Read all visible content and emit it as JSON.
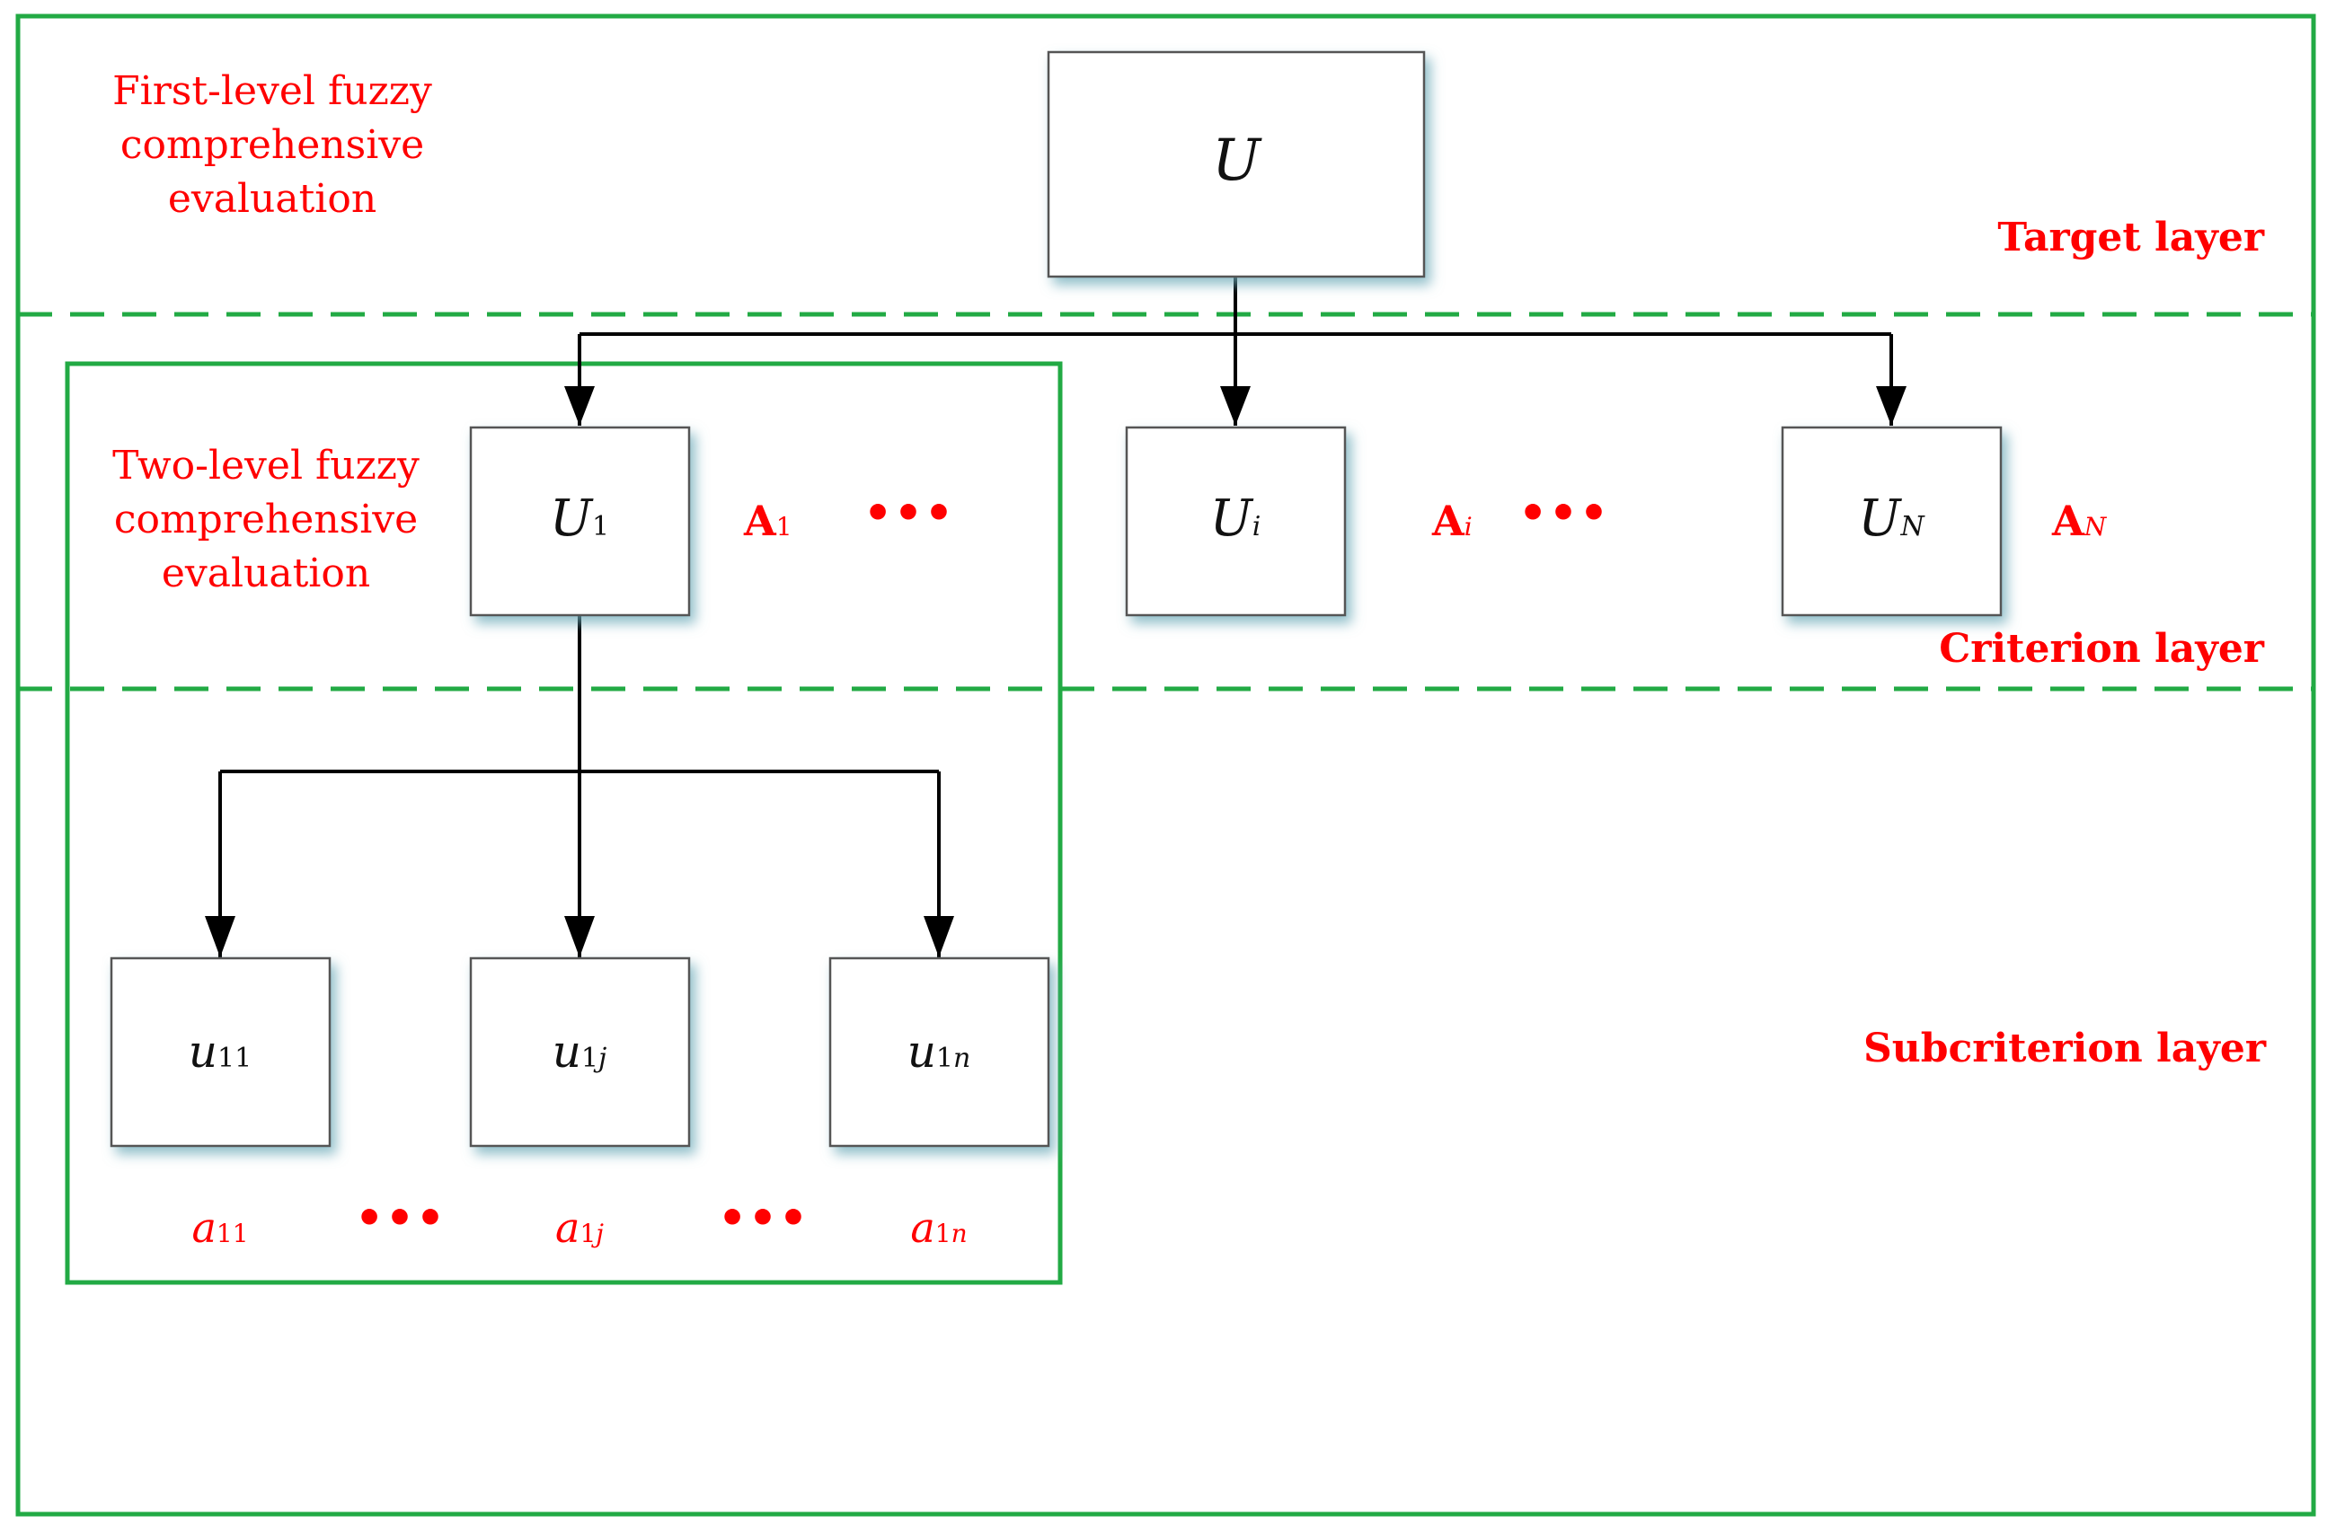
{
  "notes": {
    "first_level": [
      "First-level fuzzy",
      "comprehensive",
      "evaluation"
    ],
    "two_level": [
      "Two-level fuzzy",
      "comprehensive",
      "evaluation"
    ]
  },
  "layers": {
    "target": "Target layer",
    "criterion": "Criterion layer",
    "subcriterion": "Subcriterion layer"
  },
  "nodes": {
    "target": {
      "main": "U",
      "sub": ""
    },
    "criteria": [
      {
        "main": "U",
        "sub": "1",
        "sub_italic": false
      },
      {
        "main": "U",
        "sub": "i",
        "sub_italic": true
      },
      {
        "main": "U",
        "sub": "N",
        "sub_italic": true
      }
    ],
    "subcriteria": [
      {
        "main": "u",
        "sub": "11",
        "tail": ""
      },
      {
        "main": "u",
        "sub": "1",
        "tail": "j"
      },
      {
        "main": "u",
        "sub": "1",
        "tail": "n"
      }
    ]
  },
  "weights": {
    "criteria": [
      {
        "main": "A",
        "sub": "1",
        "sub_italic": false
      },
      {
        "main": "A",
        "sub": "i",
        "sub_italic": true
      },
      {
        "main": "A",
        "sub": "N",
        "sub_italic": true
      }
    ],
    "subcriteria": [
      {
        "main": "a",
        "sub": "11",
        "tail": ""
      },
      {
        "main": "a",
        "sub": "1",
        "tail": "j"
      },
      {
        "main": "a",
        "sub": "1",
        "tail": "n"
      }
    ]
  },
  "ellipsis": "•••",
  "colors": {
    "frame": "#22aa44",
    "label": "#ff0000",
    "edge": "#000000"
  }
}
